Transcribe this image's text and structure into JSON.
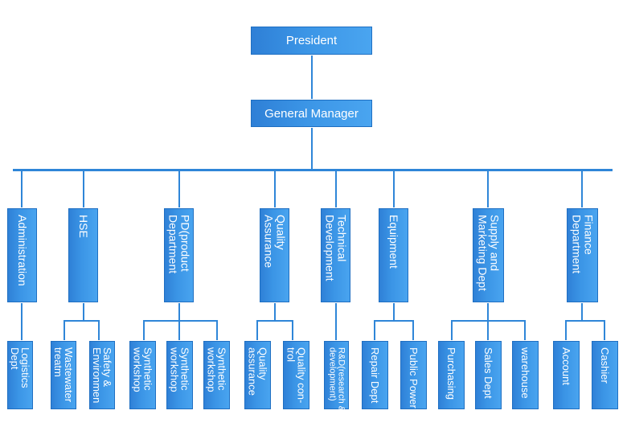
{
  "root": {
    "label": "President"
  },
  "manager": {
    "label": "General Manager"
  },
  "departments": [
    {
      "label": "Administration",
      "children": [
        "Logistics\nDept"
      ]
    },
    {
      "label": "HSE",
      "children": [
        "Wastewater\ntreatm",
        "Safety & \nEnvironmen"
      ]
    },
    {
      "label": "PD(product\nDepartment",
      "children": [
        "Synthetic\nworkshop",
        "Synthetic\nworkshop",
        "Synthetic\nworkshop"
      ]
    },
    {
      "label": "Quality\nAssurance",
      "children": [
        "Quality\nassurance",
        "Quality con-\ntrol"
      ]
    },
    {
      "label": "Technical\nDevelopment",
      "children": [
        "R&D(research &\ndevelopment)"
      ]
    },
    {
      "label": "Equipment",
      "children": [
        "Repair Dept",
        "Public Power"
      ]
    },
    {
      "label": "Supply and\nMarketing Dept",
      "children": [
        "Purchasing",
        "Sales Dept",
        "warehouse"
      ]
    },
    {
      "label": "Finance\nDepartment",
      "children": [
        "Account",
        "Cashier"
      ]
    }
  ],
  "colors": {
    "box": "#3b95e6",
    "line": "#2f86d8"
  }
}
